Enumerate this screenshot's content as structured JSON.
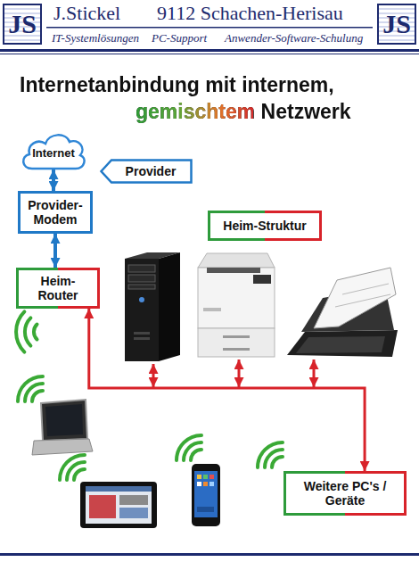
{
  "diagram": {
    "title": "Internetanbindung mit internem, gemischtem Netzwerk",
    "nodes": [
      {
        "text": [
          "Internet"
        ]
      },
      {
        "text": [
          "Provider"
        ]
      },
      {
        "text": [
          "Provider-Modem"
        ]
      },
      {
        "text": [
          "Heim-Struktur"
        ]
      },
      {
        "text": [
          "Heim-Router"
        ]
      },
      {
        "text": [
          "Weitere PC's / Geräte"
        ]
      }
    ],
    "edges": [
      {
        "from": 0,
        "to": 2,
        "arrow": "both"
      },
      {
        "from": 2,
        "to": 4,
        "arrow": "both"
      },
      {
        "from": 4,
        "to": 5,
        "arrow": "both"
      }
    ],
    "labels": [
      "JS",
      "J.Stickel",
      "9112 Schachen-Herisau",
      "JS",
      "IT-Systemlösungen",
      "PC-Support",
      "Anwender-Software-Schulung"
    ]
  }
}
